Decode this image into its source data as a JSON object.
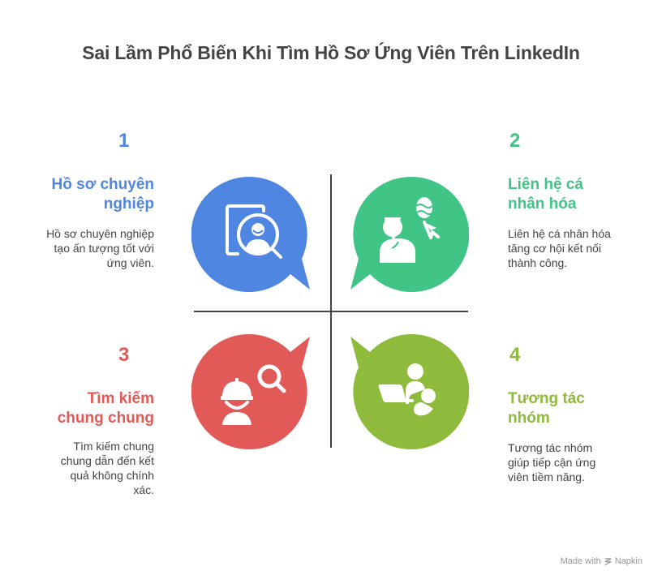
{
  "title": "Sai Lầm Phổ Biến Khi Tìm Hồ Sơ Ứng Viên Trên LinkedIn",
  "colors": {
    "blue": "#4f86e1",
    "green": "#40c587",
    "red": "#e25a57",
    "olive": "#8fbb3c",
    "text": "#444444",
    "divider": "#444444"
  },
  "items": [
    {
      "number": "1",
      "heading_line1": "Hồ sơ chuyên",
      "heading_line2": "nghiệp",
      "desc_line1": "Hồ sơ chuyên nghiệp",
      "desc_line2": "tạo ấn tượng tốt với",
      "desc_line3": "ứng viên.",
      "icon": "profile-search-icon"
    },
    {
      "number": "2",
      "heading_line1": "Liên hệ cá",
      "heading_line2": "nhân hóa",
      "desc_line1": "Liên hệ cá nhân hóa",
      "desc_line2": "tăng cơ hội kết nối",
      "desc_line3": "thành công.",
      "icon": "personalized-contact-icon"
    },
    {
      "number": "3",
      "heading_line1": "Tìm kiếm",
      "heading_line2": "chung chung",
      "desc_line1": "Tìm kiếm chung",
      "desc_line2": "chung dẫn đến kết",
      "desc_line3": "quả không chính",
      "desc_line4": "xác.",
      "icon": "worker-search-icon"
    },
    {
      "number": "4",
      "heading_line1": "Tương tác",
      "heading_line2": "nhóm",
      "desc_line1": "Tương tác nhóm",
      "desc_line2": "giúp tiếp cận ứng",
      "desc_line3": "viên tiềm năng.",
      "icon": "group-interaction-icon"
    }
  ],
  "footer": {
    "made_with": "Made with",
    "brand": "Napkin"
  }
}
